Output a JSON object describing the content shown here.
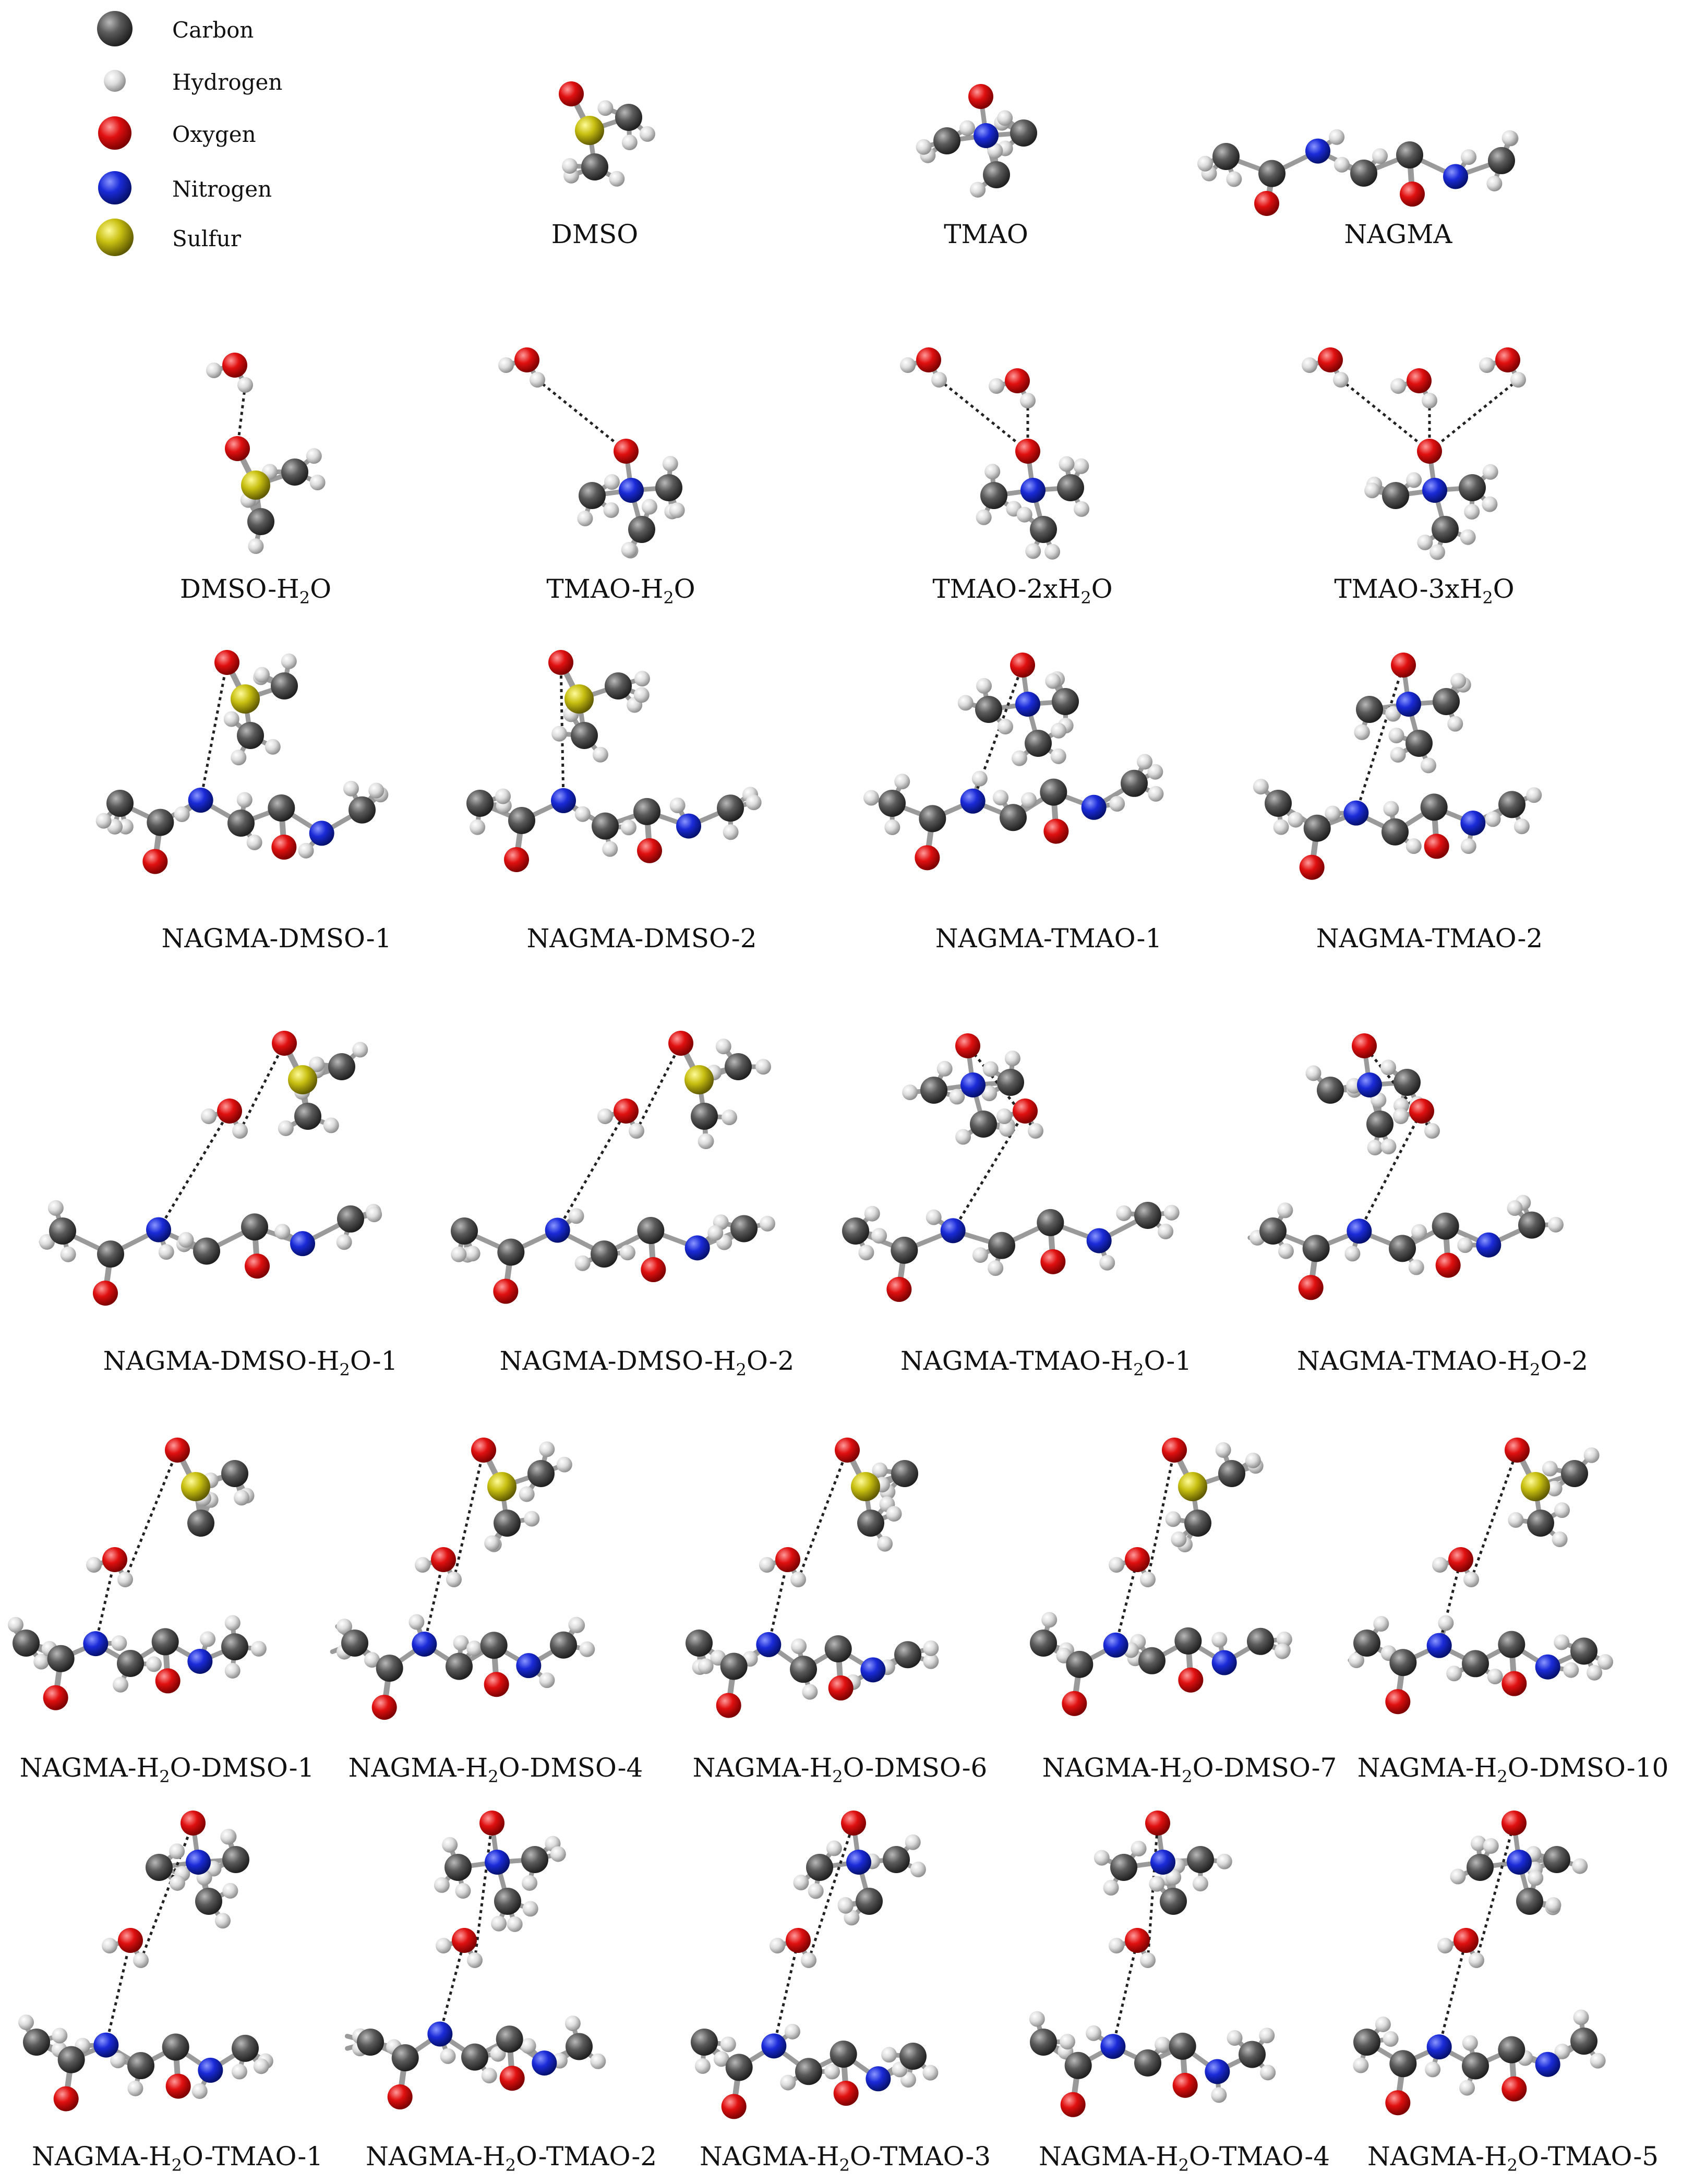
{
  "legend": [
    {
      "label": "Carbon",
      "color": "#505050",
      "radius": 34
    },
    {
      "label": "Hydrogen",
      "color": "#e6e6e6",
      "radius": 21
    },
    {
      "label": "Oxygen",
      "color": "#e01010",
      "radius": 32
    },
    {
      "label": "Nitrogen",
      "color": "#1a2bd8",
      "radius": 32
    },
    {
      "label": "Sulfur",
      "color": "#c9c012",
      "radius": 36
    }
  ],
  "captions": [
    {
      "pre": "DMSO",
      "sub": "",
      "post": ""
    },
    {
      "pre": "TMAO",
      "sub": "",
      "post": ""
    },
    {
      "pre": "NAGMA",
      "sub": "",
      "post": ""
    },
    {
      "pre": "DMSO-H",
      "sub": "2",
      "post": "O"
    },
    {
      "pre": "TMAO-H",
      "sub": "2",
      "post": "O"
    },
    {
      "pre": "TMAO-2xH",
      "sub": "2",
      "post": "O"
    },
    {
      "pre": "TMAO-3xH",
      "sub": "2",
      "post": "O"
    },
    {
      "pre": "NAGMA-DMSO-1",
      "sub": "",
      "post": ""
    },
    {
      "pre": "NAGMA-DMSO-2",
      "sub": "",
      "post": ""
    },
    {
      "pre": "NAGMA-TMAO-1",
      "sub": "",
      "post": ""
    },
    {
      "pre": "NAGMA-TMAO-2",
      "sub": "",
      "post": ""
    },
    {
      "pre": "NAGMA-DMSO-H",
      "sub": "2",
      "post": "O-1"
    },
    {
      "pre": "NAGMA-DMSO-H",
      "sub": "2",
      "post": "O-2"
    },
    {
      "pre": "NAGMA-TMAO-H",
      "sub": "2",
      "post": "O-1"
    },
    {
      "pre": "NAGMA-TMAO-H",
      "sub": "2",
      "post": "O-2"
    },
    {
      "pre": "NAGMA-H",
      "sub": "2",
      "post": "O-DMSO-1"
    },
    {
      "pre": "NAGMA-H",
      "sub": "2",
      "post": "O-DMSO-4"
    },
    {
      "pre": "NAGMA-H",
      "sub": "2",
      "post": "O-DMSO-6"
    },
    {
      "pre": "NAGMA-H",
      "sub": "2",
      "post": "O-DMSO-7"
    },
    {
      "pre": "NAGMA-H",
      "sub": "2",
      "post": "O-DMSO-10"
    },
    {
      "pre": "NAGMA-H",
      "sub": "2",
      "post": "O-TMAO-1"
    },
    {
      "pre": "NAGMA-H",
      "sub": "2",
      "post": "O-TMAO-2"
    },
    {
      "pre": "NAGMA-H",
      "sub": "2",
      "post": "O-TMAO-3"
    },
    {
      "pre": "NAGMA-H",
      "sub": "2",
      "post": "O-TMAO-4"
    },
    {
      "pre": "NAGMA-H",
      "sub": "2",
      "post": "O-TMAO-5"
    }
  ]
}
